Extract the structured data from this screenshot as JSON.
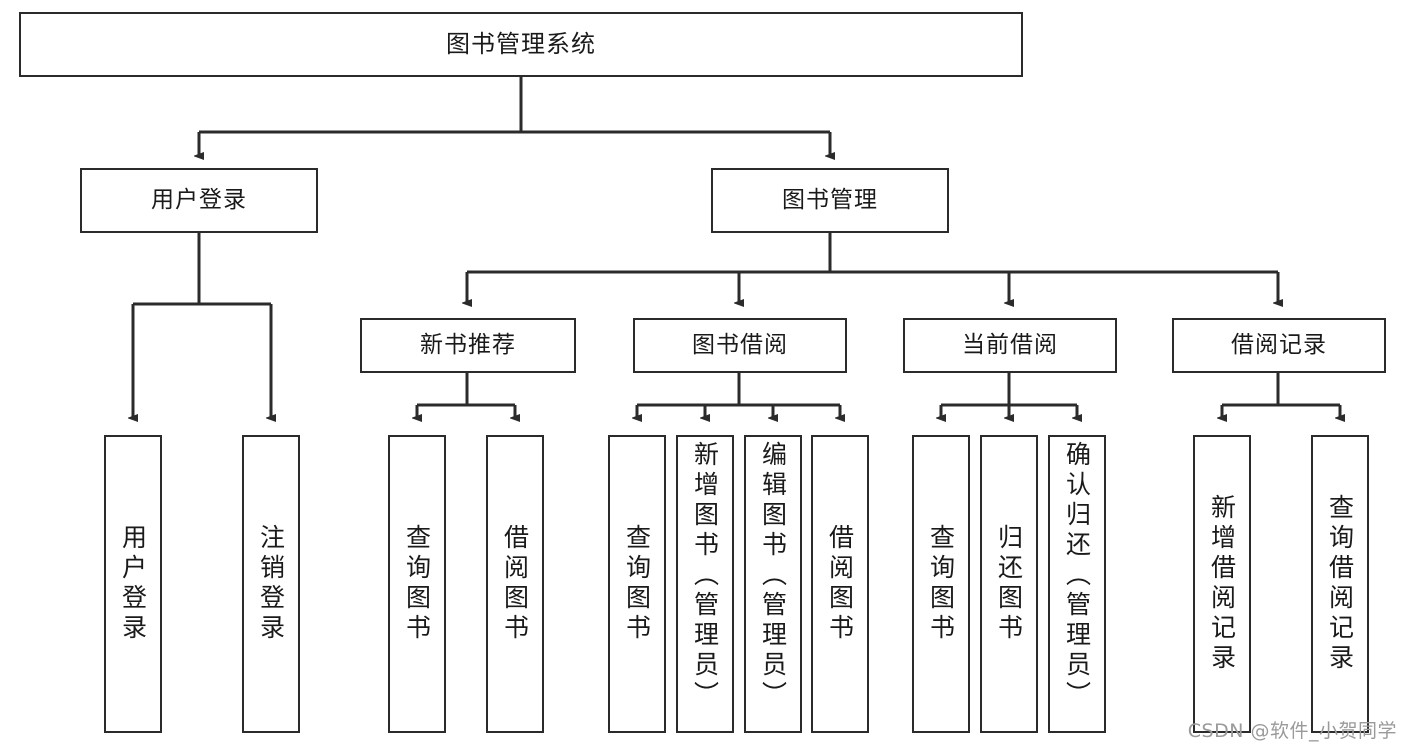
{
  "diagram": {
    "title": "图书管理系统",
    "type": "tree",
    "watermark": "CSDN @软件_小贺同学",
    "accent_color": "#2b2b2b",
    "background_color": "#ffffff"
  },
  "root": {
    "label": "图书管理系统"
  },
  "level2": [
    {
      "label": "用户登录"
    },
    {
      "label": "图书管理"
    }
  ],
  "level3": [
    {
      "label": "新书推荐"
    },
    {
      "label": "图书借阅"
    },
    {
      "label": "当前借阅"
    },
    {
      "label": "借阅记录"
    }
  ],
  "leaves": {
    "user_login": [
      {
        "label": "用户登录"
      },
      {
        "label": "注销登录"
      }
    ],
    "new_book": [
      {
        "label": "查询图书"
      },
      {
        "label": "借阅图书"
      }
    ],
    "book_borrow": [
      {
        "label": "查询图书"
      },
      {
        "label": "新增图书（管理员）"
      },
      {
        "label": "编辑图书（管理员）"
      },
      {
        "label": "借阅图书"
      }
    ],
    "current_borrow": [
      {
        "label": "查询图书"
      },
      {
        "label": "归还图书"
      },
      {
        "label": "确认归还（管理员）"
      }
    ],
    "borrow_record": [
      {
        "label": "新增借阅记录"
      },
      {
        "label": "查询借阅记录"
      }
    ]
  },
  "chart_data": {
    "type": "tree",
    "title": "图书管理系统",
    "nodes": [
      {
        "id": "root",
        "label": "图书管理系统",
        "level": 0,
        "parent": null
      },
      {
        "id": "n1",
        "label": "用户登录",
        "level": 1,
        "parent": "root"
      },
      {
        "id": "n2",
        "label": "图书管理",
        "level": 1,
        "parent": "root"
      },
      {
        "id": "n1a",
        "label": "用户登录",
        "level": 2,
        "parent": "n1"
      },
      {
        "id": "n1b",
        "label": "注销登录",
        "level": 2,
        "parent": "n1"
      },
      {
        "id": "n2a",
        "label": "新书推荐",
        "level": 2,
        "parent": "n2"
      },
      {
        "id": "n2b",
        "label": "图书借阅",
        "level": 2,
        "parent": "n2"
      },
      {
        "id": "n2c",
        "label": "当前借阅",
        "level": 2,
        "parent": "n2"
      },
      {
        "id": "n2d",
        "label": "借阅记录",
        "level": 2,
        "parent": "n2"
      },
      {
        "id": "n2a1",
        "label": "查询图书",
        "level": 3,
        "parent": "n2a"
      },
      {
        "id": "n2a2",
        "label": "借阅图书",
        "level": 3,
        "parent": "n2a"
      },
      {
        "id": "n2b1",
        "label": "查询图书",
        "level": 3,
        "parent": "n2b"
      },
      {
        "id": "n2b2",
        "label": "新增图书（管理员）",
        "level": 3,
        "parent": "n2b"
      },
      {
        "id": "n2b3",
        "label": "编辑图书（管理员）",
        "level": 3,
        "parent": "n2b"
      },
      {
        "id": "n2b4",
        "label": "借阅图书",
        "level": 3,
        "parent": "n2b"
      },
      {
        "id": "n2c1",
        "label": "查询图书",
        "level": 3,
        "parent": "n2c"
      },
      {
        "id": "n2c2",
        "label": "归还图书",
        "level": 3,
        "parent": "n2c"
      },
      {
        "id": "n2c3",
        "label": "确认归还（管理员）",
        "level": 3,
        "parent": "n2c"
      },
      {
        "id": "n2d1",
        "label": "新增借阅记录",
        "level": 3,
        "parent": "n2d"
      },
      {
        "id": "n2d2",
        "label": "查询借阅记录",
        "level": 3,
        "parent": "n2d"
      }
    ]
  }
}
